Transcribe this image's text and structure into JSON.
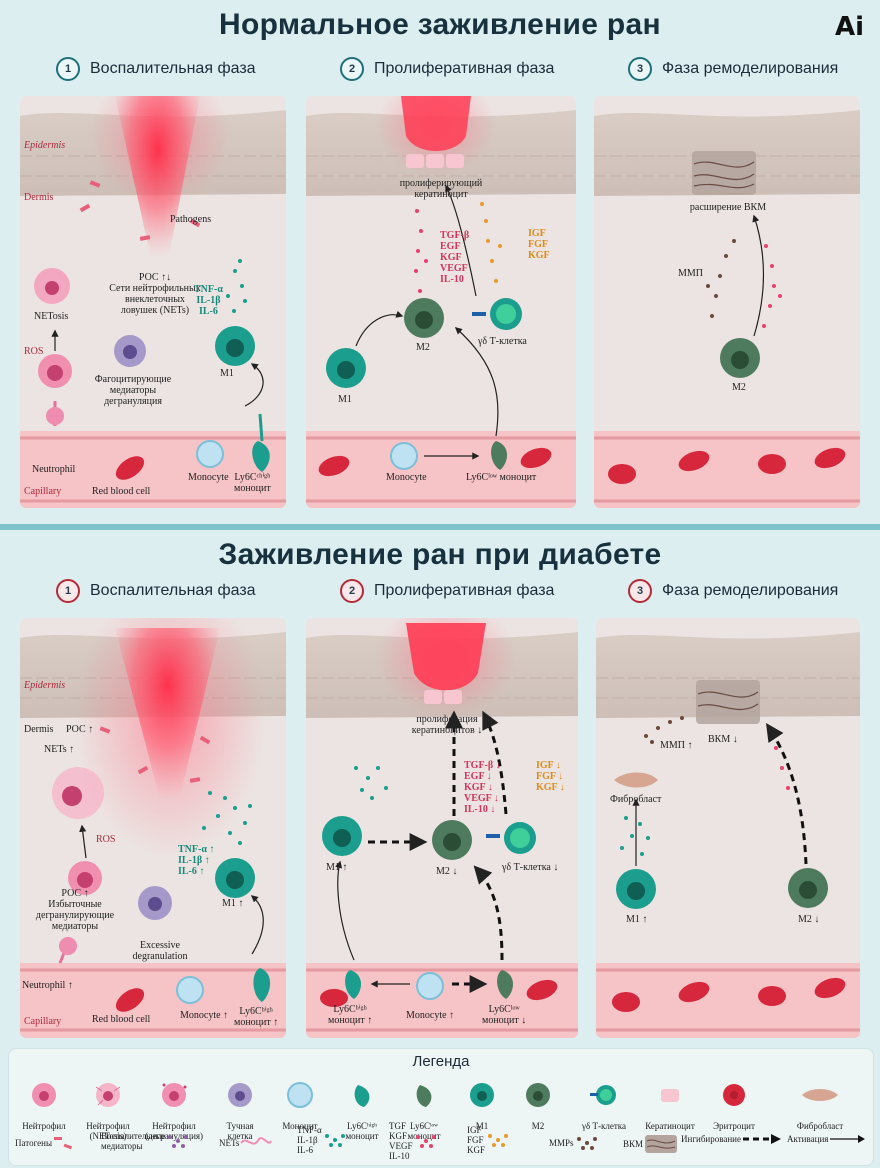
{
  "logo": "Ai",
  "normal": {
    "title": "Нормальное заживление ран",
    "phases": [
      {
        "num": "1",
        "label": "Воспалительная фаза"
      },
      {
        "num": "2",
        "label": "Пролиферативная фаза"
      },
      {
        "num": "3",
        "label": "Фаза ремоделирования"
      }
    ],
    "p1": {
      "epidermis": "Epidermis",
      "dermis": "Dermis",
      "pathogens": "Pathogens",
      "roc_nets": "РОС ↑↓\nСети нейтрофильных\nвнеклеточных\nловушек (NETs)",
      "cytokines": "TNF-α\nIL-1β\nIL-6",
      "netosis": "NETosis",
      "ros": "ROS",
      "mast": "Фагоцитирующие\nмедиаторы\nдегрануляция",
      "m1": "M1",
      "neutrophil": "Neutrophil",
      "capillary": "Capillary",
      "rbc": "Red blood cell",
      "monocyte": "Monocyte",
      "ly6c": "Ly6Cᶜʰⁱᵍʰ\nмоноцит"
    },
    "p2": {
      "keratinocytes": "пролиферирующий\nкератиноцит",
      "growth_pink": "TGF-β\nEGF\nKGF\nVEGF\nIL-10",
      "growth_orange": "IGF\nFGF\nKGF",
      "m2": "M2",
      "gd": "γδ Т-клетка",
      "m1": "M1",
      "monocyte": "Monocyte",
      "ly6c": "Ly6Cˡᵒʷ моноцит"
    },
    "p3": {
      "ecm": "расширение ВКМ",
      "mmp": "ММП",
      "m2": "M2"
    }
  },
  "diabetic": {
    "title": "Заживление ран при диабете",
    "phases": [
      {
        "num": "1",
        "label": "Воспалительная фаза"
      },
      {
        "num": "2",
        "label": "Пролиферативная фаза"
      },
      {
        "num": "3",
        "label": "Фаза ремоделирования"
      }
    ],
    "p1": {
      "epidermis": "Epidermis",
      "dermis": "Dermis",
      "roc": "РОС ↑",
      "nets": "NETs ↑",
      "ros": "ROS",
      "roc2": "РОС ↑\nИзбыточные\nдегранулирующие\nмедиаторы",
      "cytokines": "TNF-α ↑\nIL-1β ↑\nIL-6 ↑",
      "m1": "M1 ↑",
      "excessive": "Excessive\ndegranulation",
      "neutrophil": "Neutrophil ↑",
      "capillary": "Capillary",
      "rbc": "Red blood cell",
      "monocyte": "Monocyte ↑",
      "ly6c": "Ly6Cʰⁱᵍʰ\nмоноцит ↑"
    },
    "p2": {
      "keratinocytes": "пролиферация\nкератиноцитов ↓",
      "growth_pink": "TGF-β ↓\nEGF ↓\nKGF ↓\nVEGF ↓\nIL-10 ↓",
      "growth_orange": "IGF ↓\nFGF ↓\nKGF ↓",
      "m1": "M1 ↑",
      "m2": "M2 ↓",
      "gd": "γδ Т-клетка ↓",
      "ly6c_high": "Ly6Cʰⁱᵍʰ\nмоноцит ↑",
      "monocyte": "Monocyte ↑",
      "ly6c_low": "Ly6Cˡᵒʷ\nмоноцит ↓"
    },
    "p3": {
      "mmp": "ММП ↑",
      "ecm": "ВКМ ↓",
      "fibroblast": "Фибробласт",
      "m1": "M1 ↑",
      "m2": "M2 ↓"
    }
  },
  "legend": {
    "title": "Легенда",
    "row1": [
      {
        "icon": "neutrophil-icon",
        "label": "Нейтрофил"
      },
      {
        "icon": "nets-neutrophil-icon",
        "label": "Нейтрофил\n(NETosis)"
      },
      {
        "icon": "degranulating-neutrophil-icon",
        "label": "Нейтрофил\n(дегрануляция)"
      },
      {
        "icon": "mast-cell-icon",
        "label": "Тучная\nклетка"
      },
      {
        "icon": "monocyte-icon",
        "label": "Моноцит"
      },
      {
        "icon": "ly6c-high-icon",
        "label": "Ly6Cʰⁱᵍʰ\nмоноцит"
      },
      {
        "icon": "ly6c-low-icon",
        "label": "Ly6Cˡᵒʷ\nмоноцит"
      },
      {
        "icon": "m1-icon",
        "label": "M1"
      },
      {
        "icon": "m2-icon",
        "label": "M2"
      },
      {
        "icon": "gd-t-cell-icon",
        "label": "γδ Т-клетка"
      },
      {
        "icon": "keratinocyte-icon",
        "label": "Кератиноцит"
      },
      {
        "icon": "erythrocyte-icon",
        "label": "Эритроцит"
      },
      {
        "icon": "fibroblast-icon",
        "label": "Фибробласт"
      }
    ],
    "row2": [
      {
        "icon": "pathogens-icon",
        "label": "Патогены"
      },
      {
        "icon": "inflammatory-mediators-icon",
        "label": "Воспалительные\nмедиаторы"
      },
      {
        "icon": "nets-icon",
        "label": "NETs"
      },
      {
        "icon": "cytokines-icon",
        "label": "TNF-α\nIL-1β\nIL-6"
      },
      {
        "icon": "growth-factors-pink-icon",
        "label": "TGF\nKGF\nVEGF\nIL-10"
      },
      {
        "icon": "growth-factors-orange-icon",
        "label": "IGF\nFGF\nKGF"
      },
      {
        "icon": "mmps-icon",
        "label": "MMPs"
      },
      {
        "icon": "ecm-icon",
        "label": "ВКМ"
      },
      {
        "icon": "inhibition-icon",
        "label": "Ингибирование"
      },
      {
        "icon": "activation-icon",
        "label": "Активация"
      }
    ]
  },
  "colors": {
    "teal": "#1b9e8e",
    "m2": "#4e7b5d",
    "wound": "#ff3c55",
    "capillary": "#f6c3c6",
    "neutrophil": "#e96f9c",
    "rbc": "#d6273d"
  }
}
